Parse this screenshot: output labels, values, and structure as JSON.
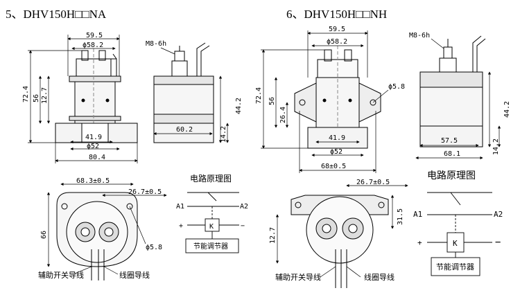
{
  "left": {
    "title": "5、DHV150H□□NA",
    "dims": {
      "w_59_5": "59.5",
      "w_58_2": "ϕ58.2",
      "m8": "M8-6h",
      "h_72_4": "72.4",
      "h_56": "56",
      "h_12_7": "12.7",
      "h_44_2": "44.2",
      "w_41_9": "41.9",
      "w_52": "ϕ52",
      "w_80_4": "80.4",
      "w_60_2": "60.2",
      "h_14_2": "14.2",
      "w_68_3": "68.3±0.5",
      "w_26_7": "26.7±0.5",
      "h_66": "66",
      "d_5_8": "ϕ5.8"
    },
    "labels": {
      "aux_wire": "辅助开关导线",
      "coil_wire": "线圈导线"
    },
    "circuit": {
      "title": "电路原理图",
      "a1": "A1",
      "a2": "A2",
      "k": "K",
      "plus": "+",
      "minus": "−",
      "regulator": "节能调节器"
    }
  },
  "right": {
    "title": "6、DHV150H□□NH",
    "dims": {
      "w_59_5": "59.5",
      "w_58_2": "ϕ58.2",
      "m8": "M8-6h",
      "h_72_4": "72.4",
      "h_56": "56",
      "h_26_4": "26.4",
      "d_5_8": "ϕ5.8",
      "w_41_9": "41.9",
      "w_52": "ϕ52",
      "w_68": "68±0.5",
      "h_44_2": "44.2",
      "w_57_5": "57.5",
      "w_68_1": "68.1",
      "h_14_2": "14.2",
      "w_26_7": "26.7±0.5",
      "h_31_5": "31.5",
      "h_12_7": "12.7"
    },
    "labels": {
      "aux_wire": "辅助开关导线",
      "coil_wire": "线圈导线"
    },
    "circuit": {
      "title": "电路原理图",
      "a1": "A1",
      "a2": "A2",
      "k": "K",
      "plus": "+",
      "minus": "−",
      "regulator": "节能调节器"
    }
  }
}
